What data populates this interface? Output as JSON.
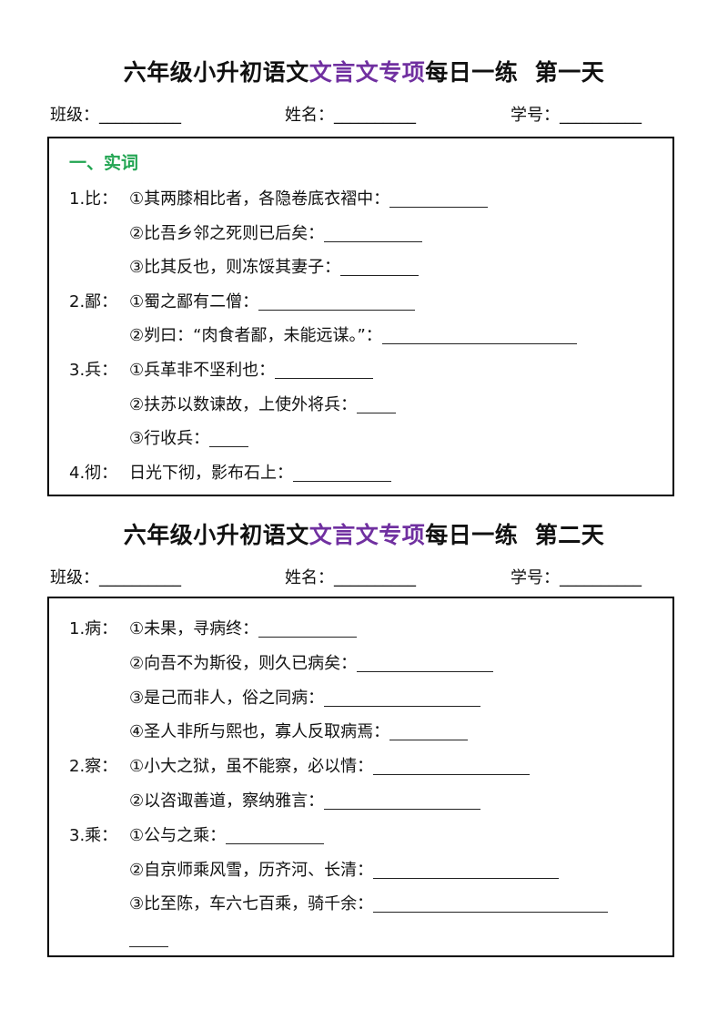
{
  "day1": {
    "title_a": "六年级小升初语文",
    "title_hl": "文言文专项",
    "title_b": "每日一练",
    "title_day": "第一天",
    "info": {
      "class": "班级：__________",
      "name": "姓名：__________",
      "number": "学号：__________"
    },
    "section": "一、实词",
    "rows": [
      {
        "num": "1.比：",
        "text": "①其两膝相比者，各隐卷底衣褶中："
      },
      {
        "num": "",
        "text": "②比吾乡邻之死则已后矣："
      },
      {
        "num": "",
        "text": "③比其反也，则冻馁其妻子："
      },
      {
        "num": "2.鄙：",
        "text": "①蜀之鄙有二僧："
      },
      {
        "num": "",
        "text": "②刿曰：“肉食者鄙，未能远谋。”："
      },
      {
        "num": "3.兵：",
        "text": "①兵革非不坚利也："
      },
      {
        "num": "",
        "text": "②扶苏以数谏故，上使外将兵："
      },
      {
        "num": "",
        "text": "③行收兵："
      },
      {
        "num": "4.彻：",
        "text": "日光下彻，影布石上："
      }
    ]
  },
  "day2": {
    "title_a": "六年级小升初语文",
    "title_hl": "文言文专项",
    "title_b": "每日一练",
    "title_day": "第二天",
    "info": {
      "class": "班级：__________",
      "name": "姓名：__________",
      "number": "学号：__________"
    },
    "rows": [
      {
        "num": "1.病：",
        "text": "①未果，寻病终："
      },
      {
        "num": "",
        "text": "②向吾不为斯役，则久已病矣："
      },
      {
        "num": "",
        "text": "③是己而非人，俗之同病："
      },
      {
        "num": "",
        "text": "④圣人非所与熙也，寡人反取病焉："
      },
      {
        "num": "2.察：",
        "text": "①小大之狱，虽不能察，必以情："
      },
      {
        "num": "",
        "text": "②以咨诹善道，察纳雅言："
      },
      {
        "num": "3.乘：",
        "text": "①公与之乘："
      },
      {
        "num": "",
        "text": "②自京师乘风雪，历齐河、长清："
      },
      {
        "num": "",
        "text": "③比至陈，车六七百乘，骑千余："
      }
    ]
  }
}
